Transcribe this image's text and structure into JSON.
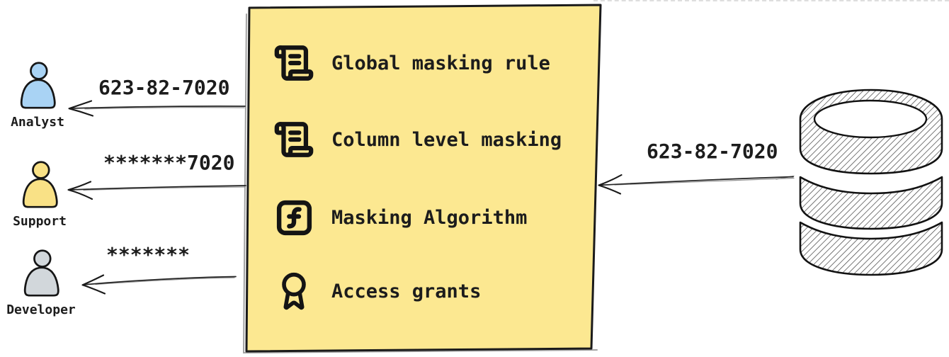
{
  "palette": {
    "box_fill": "#fce891",
    "outline": "#1b1b1b",
    "analyst_fill": "#a9d3f4",
    "support_fill": "#f9e186",
    "developer_fill": "#d2d7db"
  },
  "actors": [
    {
      "name": "Analyst",
      "icon": "person-icon",
      "color": "#a9d3f4",
      "received_value": "623-82-7020"
    },
    {
      "name": "Support",
      "icon": "person-icon",
      "color": "#f9e186",
      "received_value": "*******7020"
    },
    {
      "name": "Developer",
      "icon": "person-icon",
      "color": "#d2d7db",
      "received_value": "*******"
    }
  ],
  "masking_box": {
    "items": [
      {
        "icon": "scroll-icon",
        "label": "Global masking rule"
      },
      {
        "icon": "scroll-icon",
        "label": "Column level masking"
      },
      {
        "icon": "function-icon",
        "label": "Masking Algorithm"
      },
      {
        "icon": "award-icon",
        "label": "Access grants"
      }
    ]
  },
  "database": {
    "icon": "database-icon",
    "outgoing_value": "623-82-7020"
  }
}
